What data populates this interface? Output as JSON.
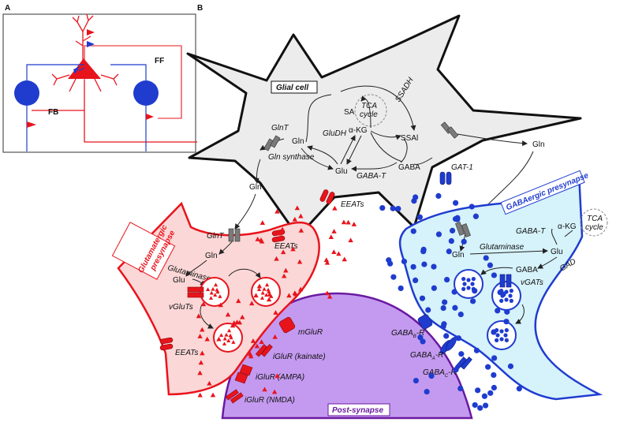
{
  "panels": {
    "a": "A",
    "b": "B"
  },
  "panel_a": {
    "fb": "FB",
    "ff": "FF"
  },
  "glia": {
    "title": "Glial cell",
    "tca": [
      "TCA",
      "cycle"
    ],
    "sa": "SA",
    "ssadh": "SSADH",
    "ssal": "SSAl",
    "akg": "α-KG",
    "gludh": "GluDH",
    "glnt": "GlnT",
    "gln": "Gln",
    "glu": "Glu",
    "gaba": "GABA",
    "gln_synthase": "Gln synthase",
    "gaba_t": "GABA-T",
    "gat1": "GAT-1",
    "eeats": "EEATs",
    "gln_out_right": "Gln",
    "gln_out_left": "Gln"
  },
  "glut_pre": {
    "title": [
      "Glutamatergic",
      "presynapse"
    ],
    "glnt": "GlnT",
    "eeats_top": "EEATs",
    "gln": "Gln",
    "glutaminase": "Glutaminase",
    "glu": "Glu",
    "vgluts": "vGluTs",
    "eeats_bottom": "EEATs"
  },
  "gaba_pre": {
    "title": "GABAergic presynapse",
    "gaba_t": "GABA-T",
    "akg": "α-KG",
    "tca": [
      "TCA",
      "cycle"
    ],
    "gln": "Gln",
    "glutaminase": "Glutaminase",
    "glu": "Glu",
    "gaba": "GABA",
    "gad": "GAD",
    "vgats": "vGATs"
  },
  "post": {
    "title": "Post-synapse",
    "mglur": "mGluR",
    "kainate": "iGluR (kainate)",
    "ampa": "iGluR (AMPA)",
    "nmda": "iGluR (NMDA)",
    "gaba_b": {
      "base": "GABA",
      "sub": "B",
      "tail": "-R"
    },
    "gaba_a": {
      "base": "GABA",
      "sub": "A",
      "tail": "-R"
    },
    "gaba_c": {
      "base": "GABA",
      "sub": "C",
      "tail": "-R"
    }
  },
  "colors": {
    "red": "#e8141c",
    "blue": "#1f3ccf",
    "glial_fill": "#ececec",
    "glut_fill": "#fbd7d7",
    "gaba_fill": "#d6f2fa",
    "post_fill": "#c49af0",
    "transporter_grey": "#7a7a7a"
  }
}
